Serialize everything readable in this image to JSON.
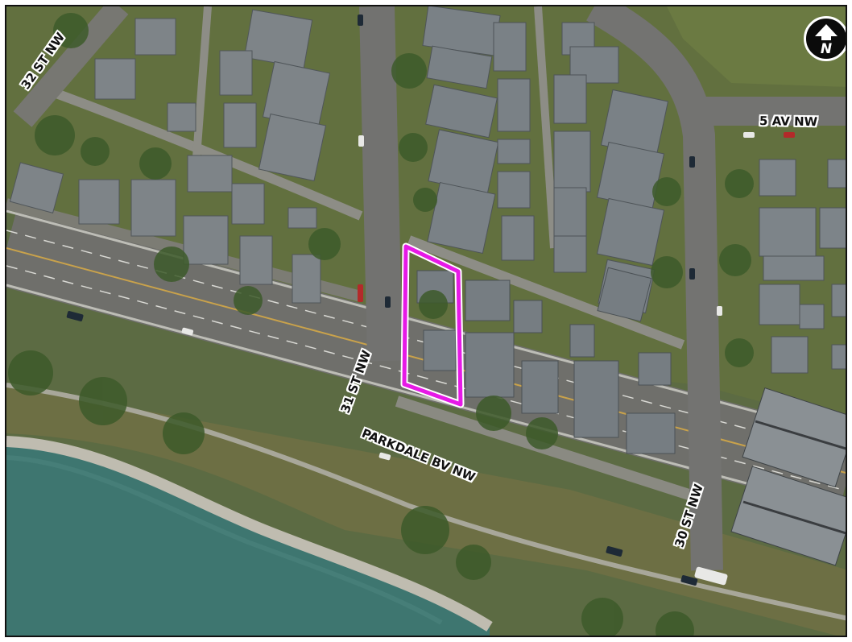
{
  "map": {
    "north_arrow": {
      "label": "N",
      "icon": "north-arrow-icon"
    },
    "road_labels": {
      "st32": "32 ST NW",
      "av5": "5 AV NW",
      "st31": "31 ST NW",
      "parkdale": "PARKDALE BV NW",
      "st30": "30 ST NW"
    },
    "highlight": {
      "color": "#e619e6",
      "description_icon": "site-boundary-icon"
    }
  }
}
